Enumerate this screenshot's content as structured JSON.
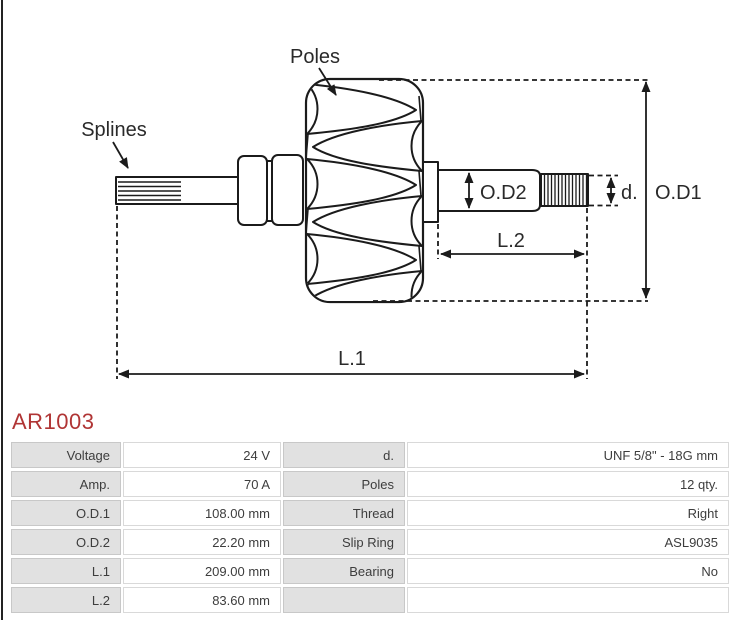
{
  "product": {
    "code": "AR1003"
  },
  "diagram": {
    "labels": {
      "poles": "Poles",
      "splines": "Splines",
      "od2": "O.D2",
      "d": "d.",
      "od1": "O.D1",
      "l2": "L.2",
      "l1": "L.1"
    }
  },
  "spec_table": {
    "rows": [
      {
        "label1": "Voltage",
        "value1": "24 V",
        "label2": "d.",
        "value2": "UNF 5/8\" - 18G mm"
      },
      {
        "label1": "Amp.",
        "value1": "70 A",
        "label2": "Poles",
        "value2": "12 qty."
      },
      {
        "label1": "O.D.1",
        "value1": "108.00 mm",
        "label2": "Thread",
        "value2": "Right"
      },
      {
        "label1": "O.D.2",
        "value1": "22.20 mm",
        "label2": "Slip Ring",
        "value2": "ASL9035"
      },
      {
        "label1": "L.1",
        "value1": "209.00 mm",
        "label2": "Bearing",
        "value2": "No"
      },
      {
        "label1": "L.2",
        "value1": "83.60 mm",
        "label2": "",
        "value2": ""
      }
    ]
  },
  "colors": {
    "accent_red": "#b03535",
    "drawing_line": "#1b1b1b",
    "label_cell_bg": "#e1e1e1",
    "label_cell_border": "#c8c8c8",
    "value_cell_border": "#d9d9d9",
    "table_text": "#3d3d3d"
  }
}
